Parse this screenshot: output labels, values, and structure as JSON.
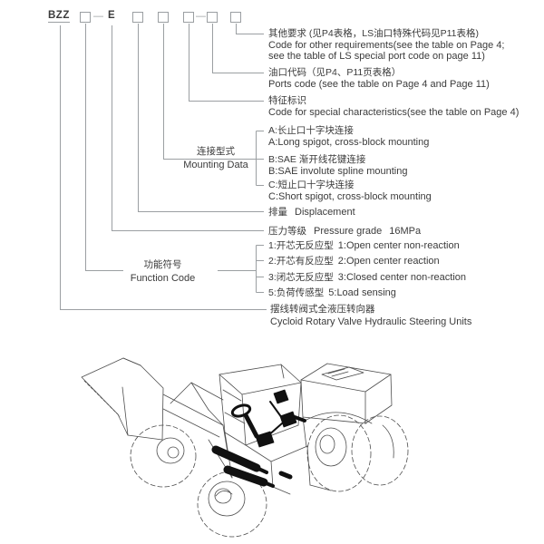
{
  "colors": {
    "connector_line": "#9b9fa2",
    "text": "#3b3b3b",
    "highlight_parts": "#111111"
  },
  "code_row": {
    "prefix": "BZZ",
    "fixed_letter": "E",
    "separator": "—",
    "placeholder_boxes": 6
  },
  "annotations": {
    "other_requirements": {
      "cn": "其他要求 (见P4表格，LS油口特殊代码见P11表格)",
      "en1": "Code for other requirements(see the table on Page 4;",
      "en2": "see the table of LS special port code on page 11)"
    },
    "ports_code": {
      "cn": "油口代码（见P4、P11页表格）",
      "en": "Ports code (see the table on Page 4 and Page 11)"
    },
    "special_characteristics": {
      "cn": "特征标识",
      "en": "Code for special characteristics(see the table on Page 4)"
    },
    "mounting": {
      "label_cn": "连接型式",
      "label_en": "Mounting Data",
      "options": [
        {
          "cn": "A:长止口十字块连接",
          "en": "A:Long spigot, cross-block mounting"
        },
        {
          "cn": "B:SAE 渐开线花键连接",
          "en": "B:SAE involute spline mounting"
        },
        {
          "cn": "C:短止口十字块连接",
          "en": "C:Short spigot, cross-block mounting"
        }
      ]
    },
    "displacement": {
      "cn": "排量",
      "en": "Displacement"
    },
    "pressure": {
      "cn": "压力等级",
      "en": "Pressure grade",
      "value": "16MPa"
    },
    "function": {
      "label_cn": "功能符号",
      "label_en": "Function Code",
      "options": [
        {
          "cn": "1:开芯无反应型",
          "en": "1:Open  center non-reaction"
        },
        {
          "cn": "2:开芯有反应型",
          "en": "2:Open  center  reaction"
        },
        {
          "cn": "3:闭芯无反应型",
          "en": "3:Closed center non-reaction"
        },
        {
          "cn": "5:负荷传感型",
          "en": "5:Load sensing"
        }
      ]
    },
    "product": {
      "cn": "摆线转阀式全液压转向器",
      "en": "Cycloid Rotary Valve Hydraulic Steering Units"
    }
  },
  "illustration": {
    "type": "wheel-loader-line-art"
  }
}
